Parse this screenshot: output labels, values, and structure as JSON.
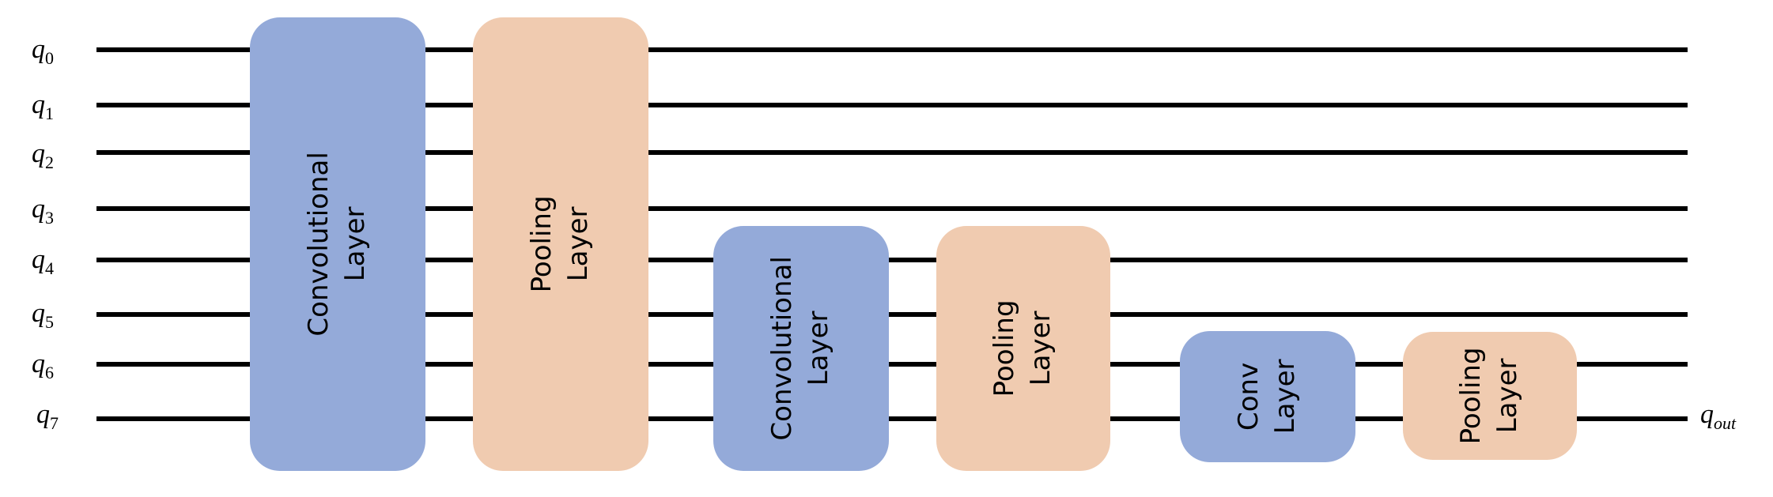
{
  "qubits": [
    {
      "base": "q",
      "sub": "0"
    },
    {
      "base": "q",
      "sub": "1"
    },
    {
      "base": "q",
      "sub": "2"
    },
    {
      "base": "q",
      "sub": "3"
    },
    {
      "base": "q",
      "sub": "4"
    },
    {
      "base": "q",
      "sub": "5"
    },
    {
      "base": "q",
      "sub": "6"
    },
    {
      "base": "q",
      "sub": "7"
    }
  ],
  "output": {
    "base": "q",
    "sub": "out"
  },
  "blocks": [
    {
      "kind": "conv",
      "label": "Convolutional Layer"
    },
    {
      "kind": "pool",
      "label": "Pooling Layer"
    },
    {
      "kind": "conv",
      "label": "Convolutional\nLayer"
    },
    {
      "kind": "pool",
      "label": "Pooling Layer"
    },
    {
      "kind": "conv",
      "label": "Conv\nLayer"
    },
    {
      "kind": "pool",
      "label": "Pooling\nLayer"
    }
  ],
  "colors": {
    "conv": "#94aad9",
    "pool": "#f0cbb0",
    "wire": "#000000"
  }
}
